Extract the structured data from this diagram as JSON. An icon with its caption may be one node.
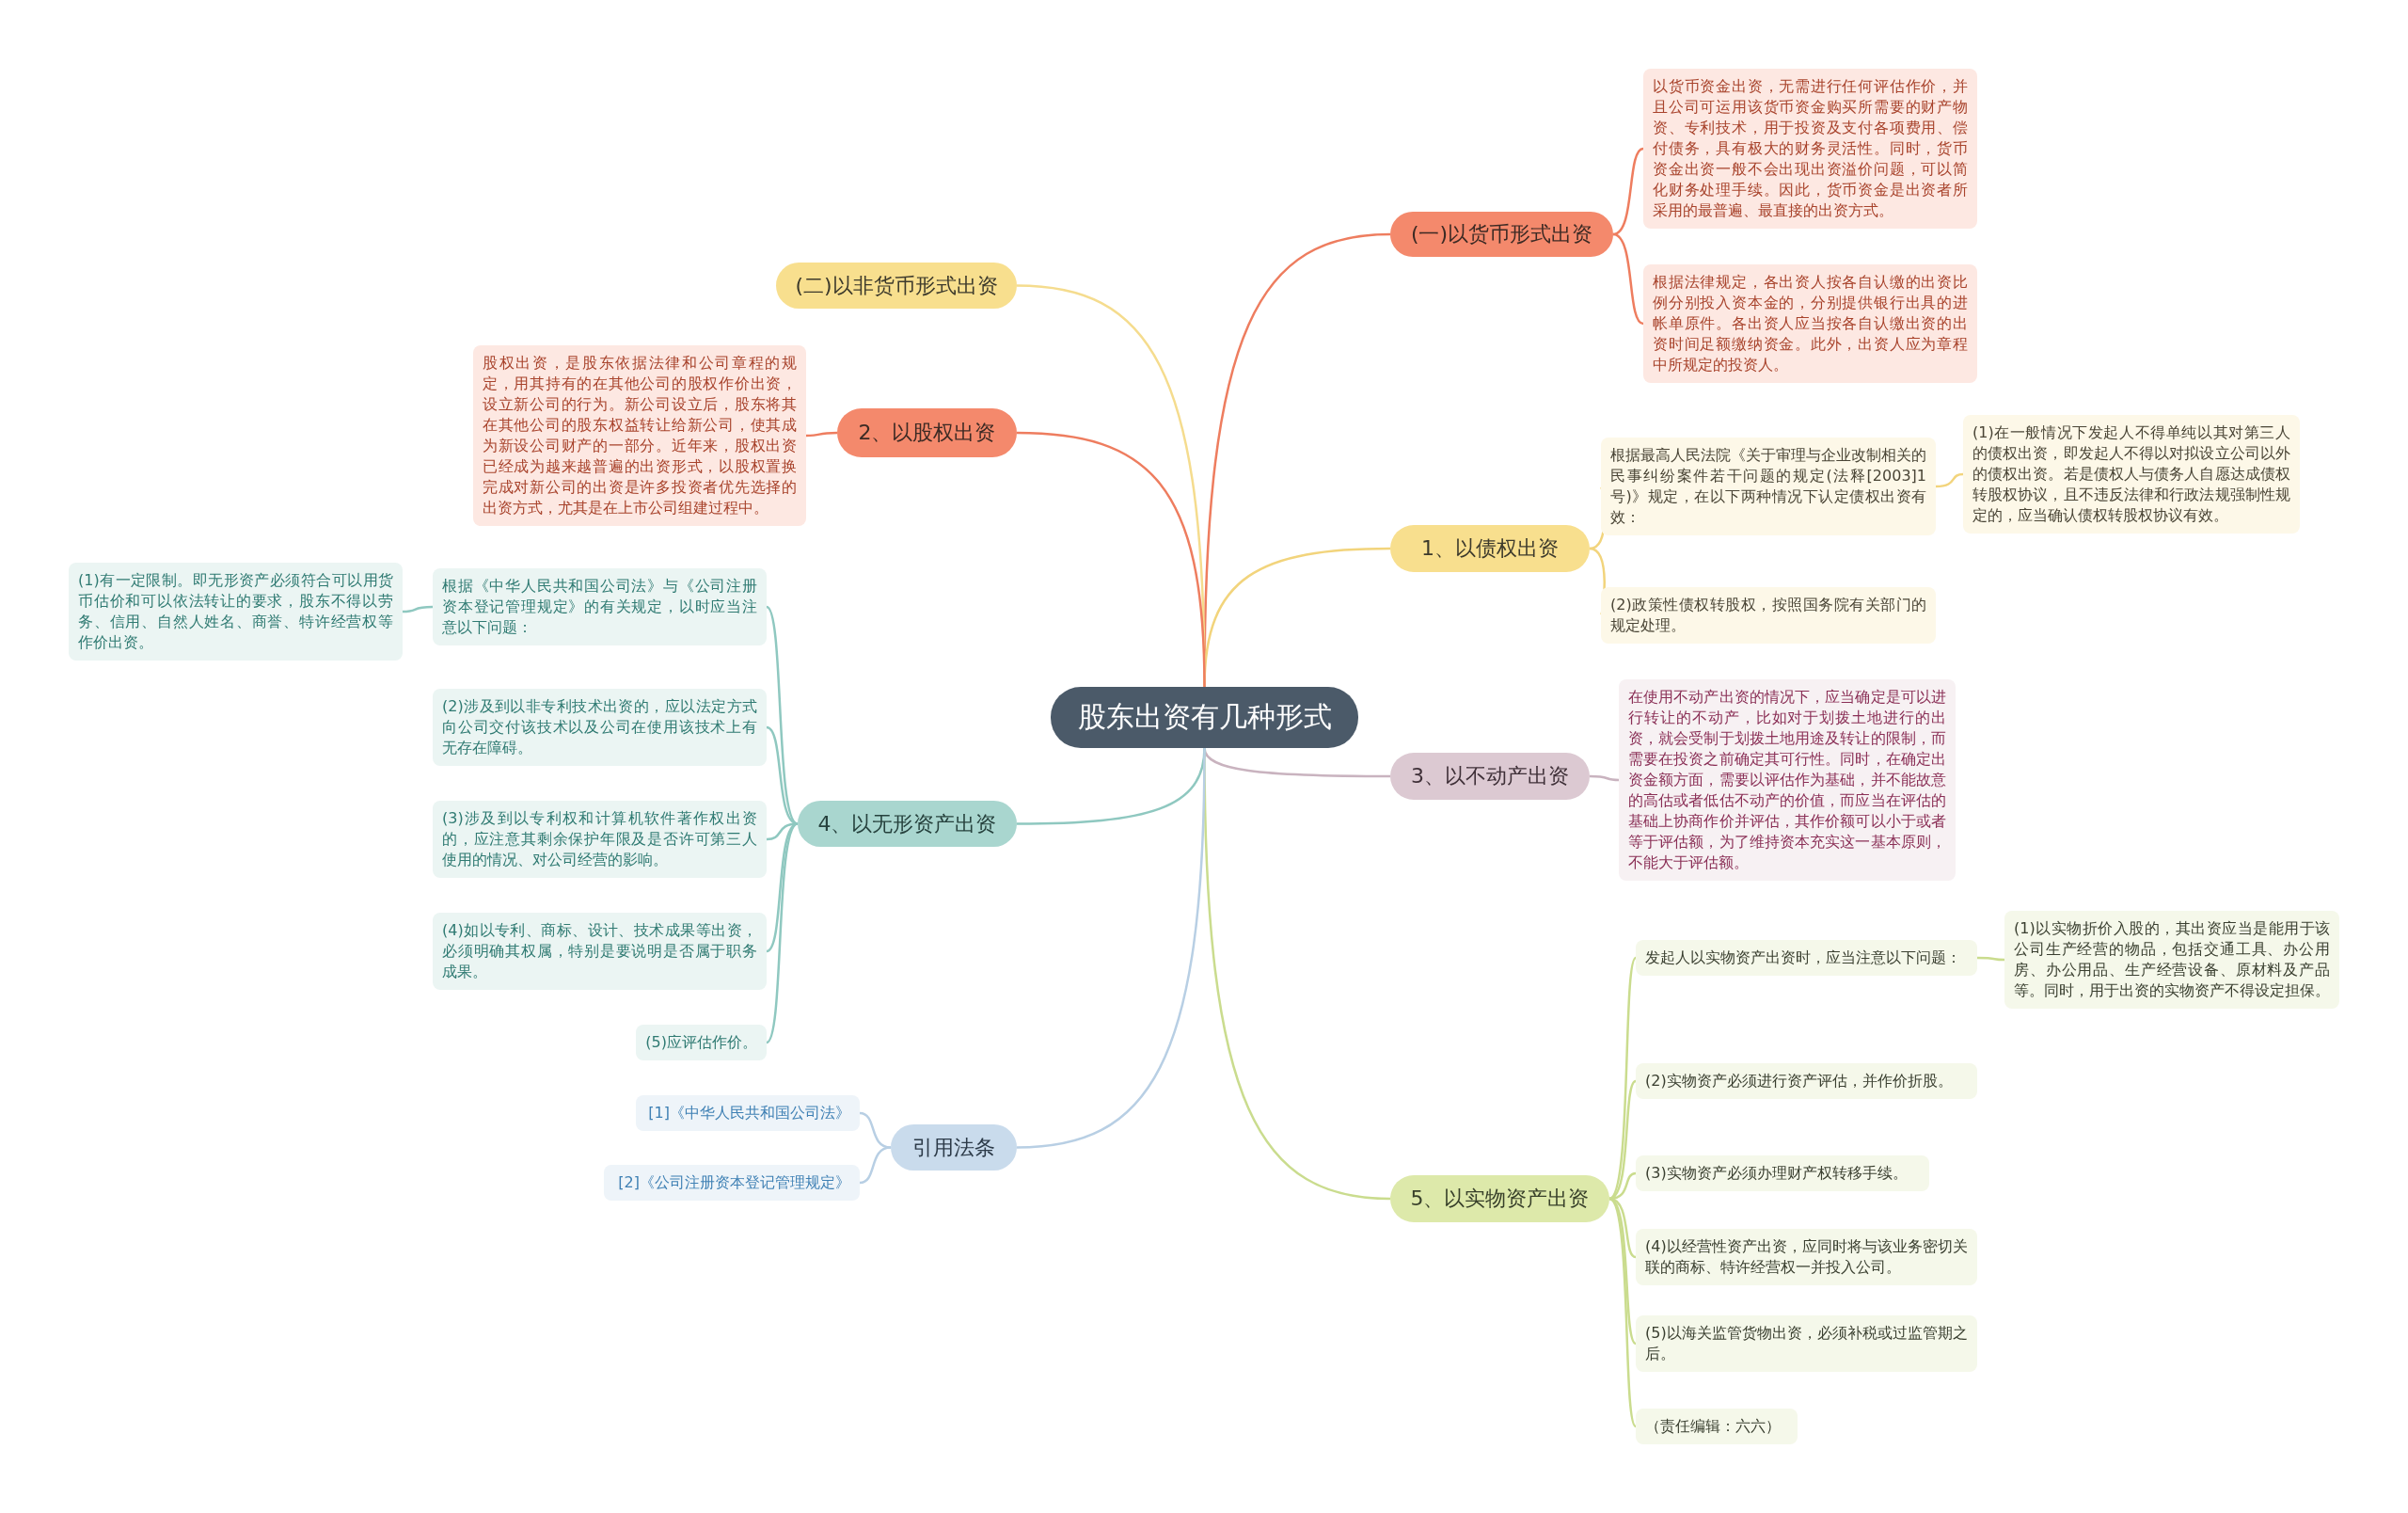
{
  "diagram": {
    "nodes": [
      {
        "text": [
          "股东出资有几种形式"
        ]
      },
      {
        "text": [
          "(一)以货币形式出资"
        ]
      },
      {
        "text": [
          "以货币资金出资，无需进行任何评估作价，并且公司可运用该货币资金购买所需要的财产物资、专利技术，用于投资及支付各项费用、偿付债务，具有极大的财务灵活性。同时，货币资金出资一般不会出现出资溢价问题，可以简化财务处理手续。因此，货币资金是出资者所采用的最普遍、最直接的出资方式。"
        ]
      },
      {
        "text": [
          "根据法律规定，各出资人按各自认缴的出资比例分别投入资本金的，分别提供银行出具的进帐单原件。各出资人应当按各自认缴出资的出资时间足额缴纳资金。此外，出资人应为章程中所规定的投资人。"
        ]
      },
      {
        "text": [
          "1、以债权出资"
        ]
      },
      {
        "text": [
          "根据最高人民法院《关于审理与企业改制相关的民事纠纷案件若干问题的规定(法释[2003]1号)》规定，在以下两种情况下认定债权出资有效："
        ]
      },
      {
        "text": [
          "(1)在一般情况下发起人不得单纯以其对第三人的债权出资，即发起人不得以对拟设立公司以外的债权出资。若是债权人与债务人自愿达成债权转股权协议，且不违反法律和行政法规强制性规定的，应当确认债权转股权协议有效。"
        ]
      },
      {
        "text": [
          "(2)政策性债权转股权，按照国务院有关部门的规定处理。"
        ]
      },
      {
        "text": [
          "3、以不动产出资"
        ]
      },
      {
        "text": [
          "在使用不动产出资的情况下，应当确定是可以进行转让的不动产，比如对于划拨土地进行的出资，就会受制于划拨土地用途及转让的限制，而需要在投资之前确定其可行性。同时，在确定出资金额方面，需要以评估作为基础，并不能故意的高估或者低估不动产的价值，而应当在评估的基础上协商作价并评估，其作价额可以小于或者等于评估额，为了维持资本充实这一基本原则，不能大于评估额。"
        ]
      },
      {
        "text": [
          "5、以实物资产出资"
        ]
      },
      {
        "text": [
          "发起人以实物资产出资时，应当注意以下问题："
        ]
      },
      {
        "text": [
          "(1)以实物折价入股的，其出资应当是能用于该公司生产经营的物品，包括交通工具、办公用房、办公用品、生产经营设备、原材料及产品等。同时，用于出资的实物资产不得设定担保。"
        ]
      },
      {
        "text": [
          "(2)实物资产必须进行资产评估，并作价折股。"
        ]
      },
      {
        "text": [
          "(3)实物资产必须办理财产权转移手续。"
        ]
      },
      {
        "text": [
          "(4)以经营性资产出资，应同时将与该业务密切关联的商标、特许经营权一并投入公司。"
        ]
      },
      {
        "text": [
          "(5)以海关监管货物出资，必须补税或过监管期之后。"
        ]
      },
      {
        "text": [
          "（责任编辑：六六）"
        ]
      },
      {
        "text": [
          "(二)以非货币形式出资"
        ]
      },
      {
        "text": [
          "2、以股权出资"
        ]
      },
      {
        "text": [
          "股权出资，是股东依据法律和公司章程的规定，用其持有的在其他公司的股权作价出资，设立新公司的行为。新公司设立后，股东将其在其他公司的股东权益转让给新公司，使其成为新设公司财产的一部分。近年来，股权出资已经成为越来越普遍的出资形式，以股权置换完成对新公司的出资是许多投资者优先选择的出资方式，尤其是在上市公司组建过程中。"
        ]
      },
      {
        "text": [
          "4、以无形资产出资"
        ]
      },
      {
        "text": [
          "根据《中华人民共和国公司法》与《公司注册资本登记管理规定》的有关规定，以时应当注意以下问题："
        ]
      },
      {
        "text": [
          "(1)有一定限制。即无形资产必须符合可以用货币估价和可以依法转让的要求，股东不得以劳务、信用、自然人姓名、商誉、特许经营权等作价出资。"
        ]
      },
      {
        "text": [
          "(2)涉及到以非专利技术出资的，应以法定方式向公司交付该技术以及公司在使用该技术上有无存在障碍。"
        ]
      },
      {
        "text": [
          "(3)涉及到以专利权和计算机软件著作权出资的，应注意其剩余保护年限及是否许可第三人使用的情况、对公司经营的影响。"
        ]
      },
      {
        "text": [
          "(4)如以专利、商标、设计、技术成果等出资，必须明确其权属，特别是要说明是否属于职务成果。"
        ]
      },
      {
        "text": [
          "(5)应评估作价。"
        ]
      },
      {
        "text": [
          "引用法条"
        ]
      },
      {
        "text": [
          "[1]《中华人民共和国公司法》"
        ]
      },
      {
        "text": [
          "[2]《公司注册资本登记管理规定》"
        ]
      }
    ],
    "edges": [
      {
        "from": 0,
        "to": 1,
        "arrow": "none",
        "color": "#ee7d5f"
      },
      {
        "from": 1,
        "to": 2,
        "arrow": "none",
        "color": "#ee7d5f"
      },
      {
        "from": 1,
        "to": 3,
        "arrow": "none",
        "color": "#ee7d5f"
      },
      {
        "from": 0,
        "to": 4,
        "arrow": "none",
        "color": "#f2d47c"
      },
      {
        "from": 4,
        "to": 5,
        "arrow": "none",
        "color": "#f2d47c"
      },
      {
        "from": 5,
        "to": 6,
        "arrow": "none",
        "color": "#f2d47c"
      },
      {
        "from": 4,
        "to": 7,
        "arrow": "none",
        "color": "#f2d47c"
      },
      {
        "from": 0,
        "to": 8,
        "arrow": "none",
        "color": "#c9b3bf"
      },
      {
        "from": 8,
        "to": 9,
        "arrow": "none",
        "color": "#c9b3bf"
      },
      {
        "from": 0,
        "to": 10,
        "arrow": "none",
        "color": "#cadc8e"
      },
      {
        "from": 10,
        "to": 11,
        "arrow": "none",
        "color": "#cadc8e"
      },
      {
        "from": 11,
        "to": 12,
        "arrow": "none",
        "color": "#cadc8e"
      },
      {
        "from": 10,
        "to": 13,
        "arrow": "none",
        "color": "#cadc8e"
      },
      {
        "from": 10,
        "to": 14,
        "arrow": "none",
        "color": "#cadc8e"
      },
      {
        "from": 10,
        "to": 15,
        "arrow": "none",
        "color": "#cadc8e"
      },
      {
        "from": 10,
        "to": 16,
        "arrow": "none",
        "color": "#cadc8e"
      },
      {
        "from": 10,
        "to": 17,
        "arrow": "none",
        "color": "#cadc8e"
      },
      {
        "from": 0,
        "to": 18,
        "arrow": "none",
        "color": "#f5dc8e"
      },
      {
        "from": 0,
        "to": 19,
        "arrow": "none",
        "color": "#ee7d5f"
      },
      {
        "from": 19,
        "to": 20,
        "arrow": "none",
        "color": "#ee7d5f"
      },
      {
        "from": 0,
        "to": 21,
        "arrow": "none",
        "color": "#8fc8c0"
      },
      {
        "from": 21,
        "to": 22,
        "arrow": "none",
        "color": "#8fc8c0"
      },
      {
        "from": 22,
        "to": 23,
        "arrow": "none",
        "color": "#8fc8c0"
      },
      {
        "from": 21,
        "to": 24,
        "arrow": "none",
        "color": "#8fc8c0"
      },
      {
        "from": 21,
        "to": 25,
        "arrow": "none",
        "color": "#8fc8c0"
      },
      {
        "from": 21,
        "to": 26,
        "arrow": "none",
        "color": "#8fc8c0"
      },
      {
        "from": 21,
        "to": 27,
        "arrow": "none",
        "color": "#8fc8c0"
      },
      {
        "from": 0,
        "to": 28,
        "arrow": "none",
        "color": "#b8cfe4"
      },
      {
        "from": 28,
        "to": 29,
        "arrow": "none",
        "color": "#b8cfe4"
      },
      {
        "from": 28,
        "to": 30,
        "arrow": "none",
        "color": "#b8cfe4"
      }
    ]
  }
}
